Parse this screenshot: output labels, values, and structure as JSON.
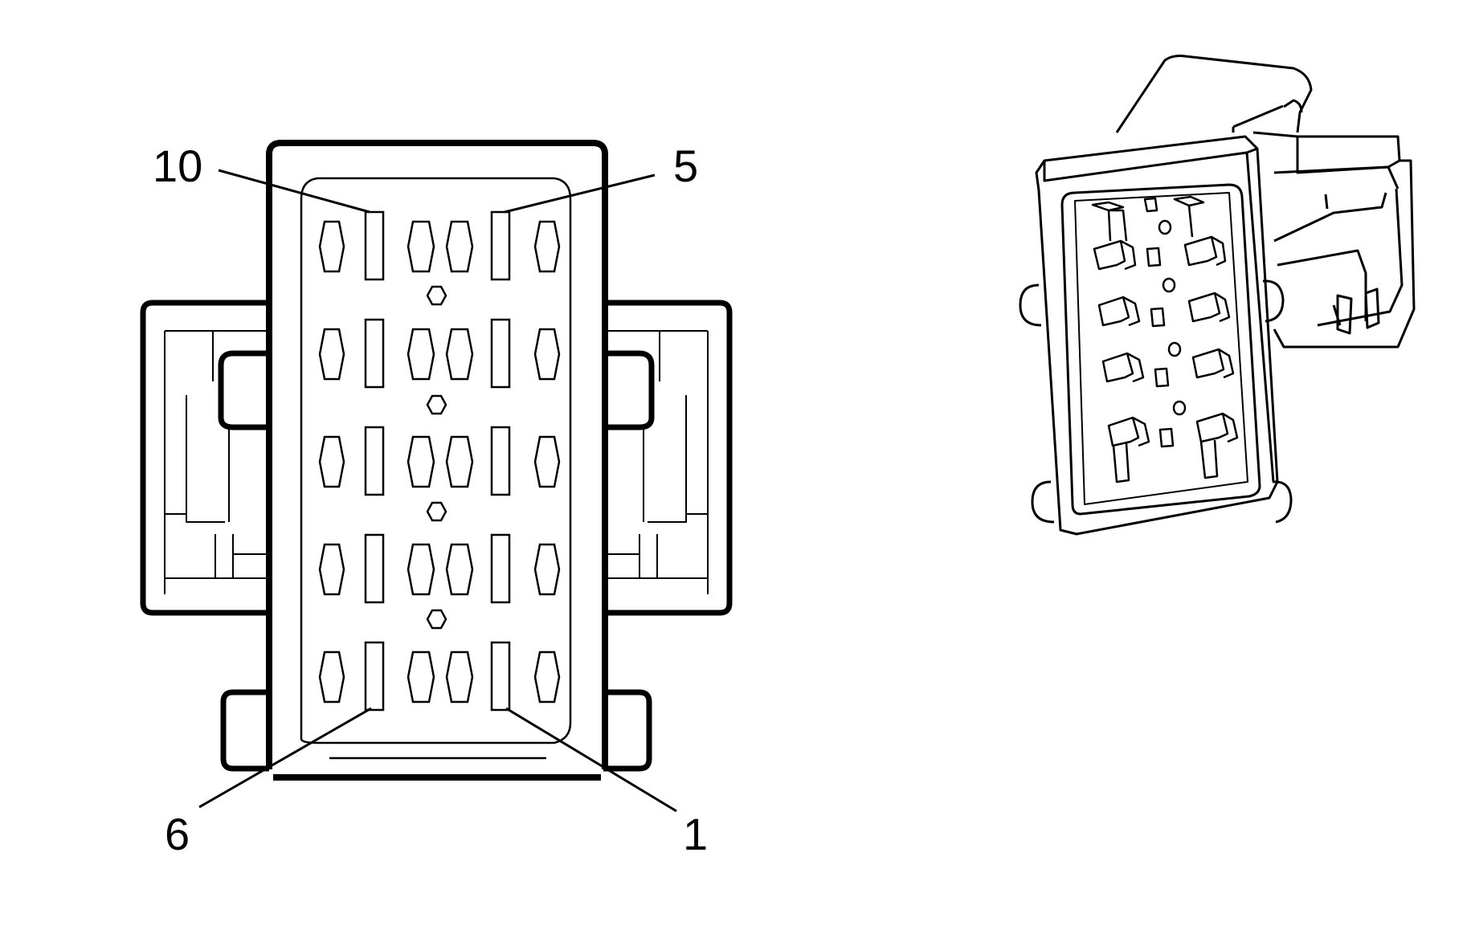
{
  "diagram": {
    "front_view": {
      "pin_labels": {
        "top_left": "10",
        "top_right": "5",
        "bottom_left": "6",
        "bottom_right": "1"
      }
    },
    "perspective_view": {}
  }
}
